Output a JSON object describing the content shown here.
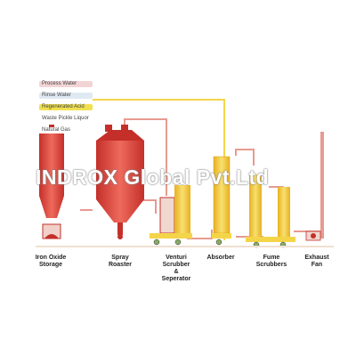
{
  "legend": [
    {
      "label": "Process Water",
      "color": "#f2d4d4"
    },
    {
      "label": "Rinse Water",
      "color": "#dfe9f3"
    },
    {
      "label": "Regenerated Acid",
      "color": "#f0e050"
    },
    {
      "label": "Waste Pickle Liquor",
      "color": "#ffffff"
    },
    {
      "label": "Natural Gas",
      "color": "#ffffff"
    }
  ],
  "labels": {
    "iron_oxide": "Iron Oxide\nStorage",
    "spray_roaster": "Spray\nRoaster",
    "venturi": "Venturi\nScrubber\n&\nSeperator",
    "absorber": "Absorber",
    "fume_scrubbers": "Fume\nScrubbers",
    "exhaust_fan": "Exhaust\nFan"
  },
  "watermark": "INDROX Global Pvt.Ltd",
  "colors": {
    "roaster_red": "#d9403a",
    "acid_yellow": "#f2c82a",
    "pipe_pink": "#e79a90",
    "pipe_yellow": "#f4d54a"
  }
}
